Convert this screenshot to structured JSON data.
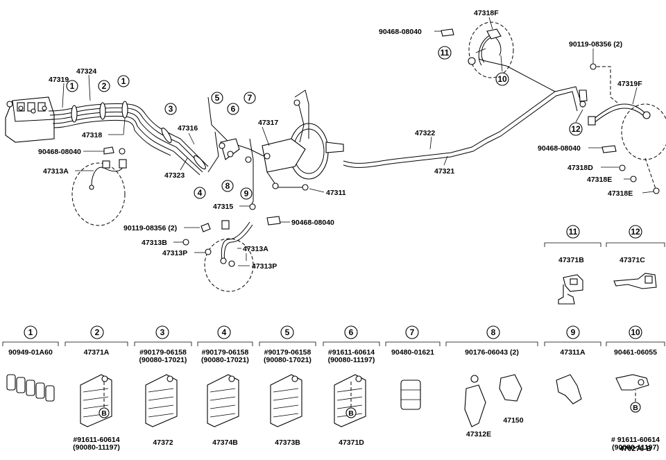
{
  "main_labels": {
    "l47319": "47319",
    "l47324": "47324",
    "l47318": "47318",
    "l9046808040a": "90468-08040",
    "l47313A_a": "47313A",
    "l47316": "47316",
    "l47323": "47323",
    "l47317": "47317",
    "l47311": "47311",
    "l47315": "47315",
    "l9011908356_a": "90119-08356 (2)",
    "l47313B": "47313B",
    "l47313P_a": "47313P",
    "l47313A_b": "47313A",
    "l47313P_b": "47313P",
    "l9046808040b": "90468-08040",
    "l47322": "47322",
    "l47321": "47321",
    "l47318F": "47318F",
    "l9046808040c": "90468-08040",
    "l9011908356_b": "90119-08356 (2)",
    "l47319F": "47319F",
    "l9046808040d": "90468-08040",
    "l47318D": "47318D",
    "l47318E_a": "47318E",
    "l47318E_b": "47318E"
  },
  "callouts": {
    "c1a": "1",
    "c2a": "2",
    "c1b": "1",
    "c3a": "3",
    "c4a": "4",
    "c5a": "5",
    "c6a": "6",
    "c7a": "7",
    "c8a": "8",
    "c9a": "9",
    "c11a": "11",
    "c10a": "10",
    "c12a": "12"
  },
  "detail_11": {
    "num": "11",
    "part": "47371B"
  },
  "detail_12": {
    "num": "12",
    "part": "47371C"
  },
  "details": [
    {
      "num": "1",
      "lines": [
        "90949-01A60"
      ],
      "bottom": []
    },
    {
      "num": "2",
      "lines": [
        "47371A"
      ],
      "bottom": [
        "#91611-60614",
        "(90080-11197)"
      ],
      "B": "B"
    },
    {
      "num": "3",
      "lines": [
        "#90179-06158",
        "(90080-17021)"
      ],
      "bottom": [
        "47372"
      ]
    },
    {
      "num": "4",
      "lines": [
        "#90179-06158",
        "(90080-17021)"
      ],
      "bottom": [
        "47374B"
      ]
    },
    {
      "num": "5",
      "lines": [
        "#90179-06158",
        "(90080-17021)"
      ],
      "bottom": [
        "47373B"
      ]
    },
    {
      "num": "6",
      "lines": [
        "#91611-60614",
        "(90080-11197)"
      ],
      "bottom": [
        "47371D"
      ],
      "B": "B"
    },
    {
      "num": "7",
      "lines": [
        "90480-01621"
      ],
      "bottom": []
    },
    {
      "num": "8",
      "lines": [
        "90176-06043 (2)"
      ],
      "bottom": [
        "47312E",
        "47150"
      ]
    },
    {
      "num": "9",
      "lines": [
        "47311A"
      ],
      "bottom": []
    },
    {
      "num": "10",
      "lines": [
        "90461-06055"
      ],
      "bottom": [
        "# 91611-60614",
        "(90080-11197)"
      ],
      "B": "B"
    }
  ],
  "figure_code": "470276-B"
}
